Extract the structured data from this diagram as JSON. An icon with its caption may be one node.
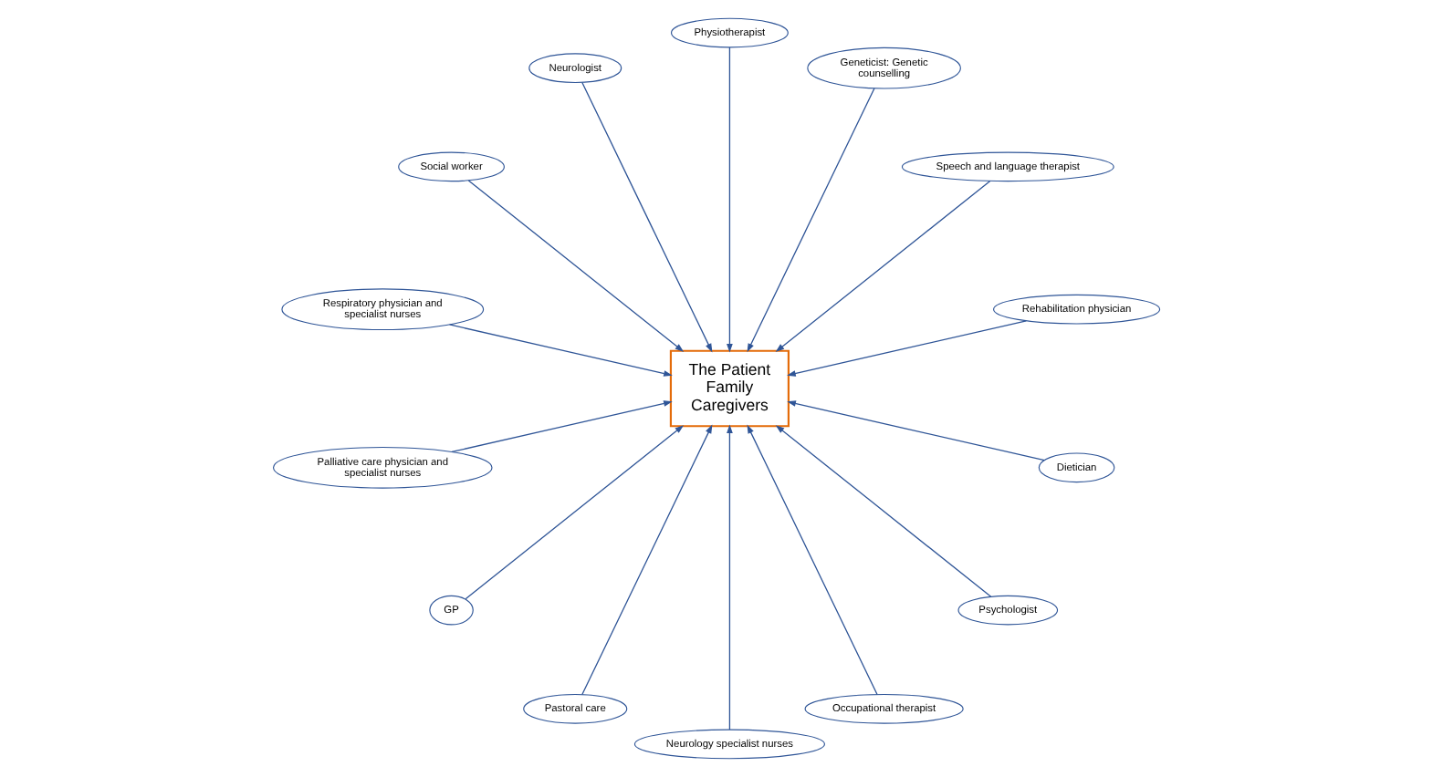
{
  "diagram": {
    "nodes": [
      {
        "text": [
          "The Patient Family Caregivers"
        ]
      },
      {
        "text": [
          "Rehabilitation physician"
        ]
      },
      {
        "text": [
          "Speech and language therapist"
        ]
      },
      {
        "text": [
          "Geneticist: Genetic counselling"
        ]
      },
      {
        "text": [
          "Physiotherapist"
        ]
      },
      {
        "text": [
          "Neurologist"
        ]
      },
      {
        "text": [
          "Social worker"
        ]
      },
      {
        "text": [
          "Respiratory physician and specialist nurses"
        ]
      },
      {
        "text": [
          "Palliative care physician and specialist nurses"
        ]
      },
      {
        "text": [
          "GP"
        ]
      },
      {
        "text": [
          "Pastoral care"
        ]
      },
      {
        "text": [
          "Neurology specialist nurses"
        ]
      },
      {
        "text": [
          "Occupational therapist"
        ]
      },
      {
        "text": [
          "Psychologist"
        ]
      },
      {
        "text": [
          "Dietician"
        ]
      }
    ],
    "edges": [
      {
        "from": 1,
        "to": 0,
        "arrow": "to"
      },
      {
        "from": 2,
        "to": 0,
        "arrow": "to"
      },
      {
        "from": 3,
        "to": 0,
        "arrow": "to"
      },
      {
        "from": 4,
        "to": 0,
        "arrow": "to"
      },
      {
        "from": 5,
        "to": 0,
        "arrow": "to"
      },
      {
        "from": 6,
        "to": 0,
        "arrow": "to"
      },
      {
        "from": 7,
        "to": 0,
        "arrow": "to"
      },
      {
        "from": 8,
        "to": 0,
        "arrow": "to"
      },
      {
        "from": 9,
        "to": 0,
        "arrow": "to"
      },
      {
        "from": 10,
        "to": 0,
        "arrow": "to"
      },
      {
        "from": 11,
        "to": 0,
        "arrow": "to"
      },
      {
        "from": 12,
        "to": 0,
        "arrow": "to"
      },
      {
        "from": 13,
        "to": 0,
        "arrow": "to"
      },
      {
        "from": 14,
        "to": 0,
        "arrow": "to"
      }
    ]
  }
}
